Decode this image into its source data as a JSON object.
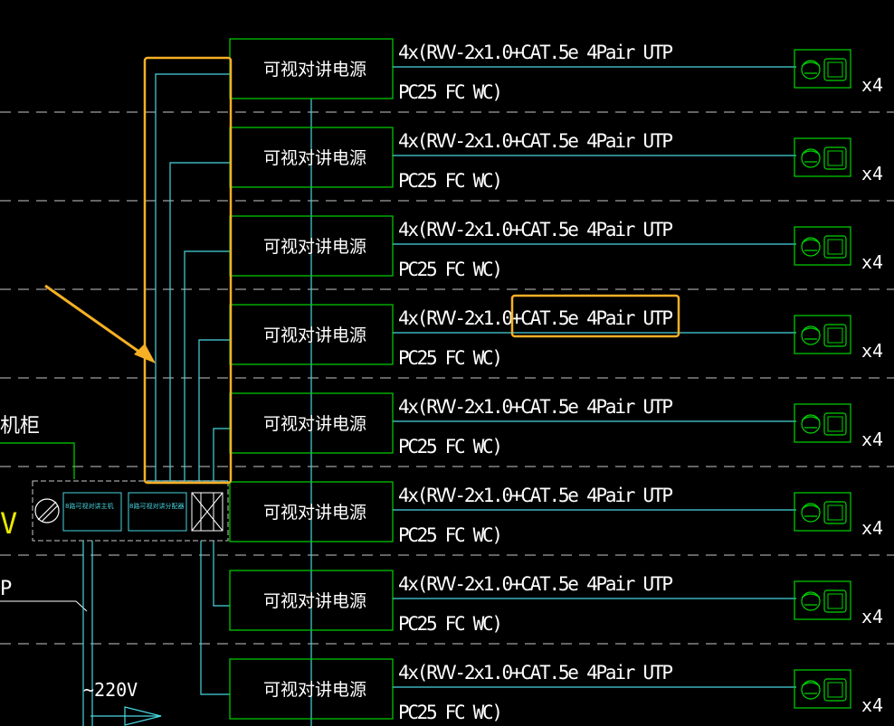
{
  "psu_label": "可视对讲电源",
  "cable_label": "4x(RVV-2x1.0+CAT.5e 4Pair UTP",
  "conduit_label": "PC25 FC WC)",
  "multiplier": "x4",
  "rows": 8,
  "cabinet_label": "机柜",
  "module1_label": "8路可视对讲主机",
  "module2_label": "8路可视对讲分配器",
  "voltage_label": "~220V",
  "left_partial_v": "V",
  "left_partial_p": "P",
  "colors": {
    "background": "#000000",
    "box_stroke": "#00d400",
    "wire": "#46d6e0",
    "dash": "#c8c8c8",
    "highlight": "#f5b025",
    "text": "#ffffff"
  }
}
